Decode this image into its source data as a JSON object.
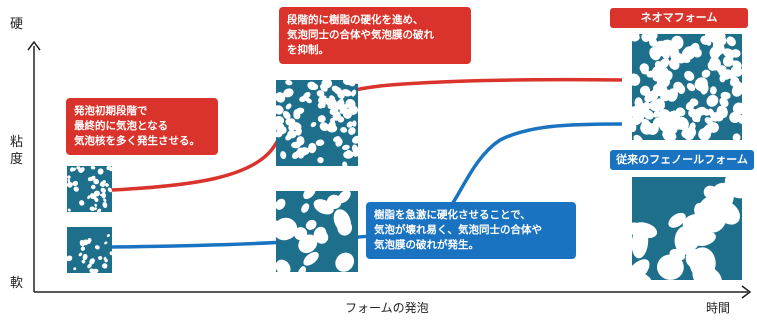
{
  "axes": {
    "y_top": "硬",
    "y_middle_1": "粘",
    "y_middle_2": "度",
    "y_bottom": "軟",
    "x_label": "フォームの発泡",
    "x_end": "時間"
  },
  "callouts": {
    "early": [
      "発泡初期段階で",
      "最終的に気泡となる",
      "気泡核を多く発生させる。"
    ],
    "neo_process": [
      "段階的に樹脂の硬化を進め、",
      "気泡同士の合体や気泡膜の破れ",
      "を抑制。"
    ],
    "conventional_process": [
      "樹脂を急激に硬化させることで、",
      "気泡が壊れ易く、気泡同士の合体や",
      "気泡膜の破れが発生。"
    ]
  },
  "products": {
    "neo": "ネオマフォーム",
    "conventional": "従来のフェノールフォーム"
  },
  "colors": {
    "neo": "#d9332b",
    "conventional": "#1a73c0",
    "foam_bg": "#1e6f8c",
    "bubble": "#ffffff"
  }
}
